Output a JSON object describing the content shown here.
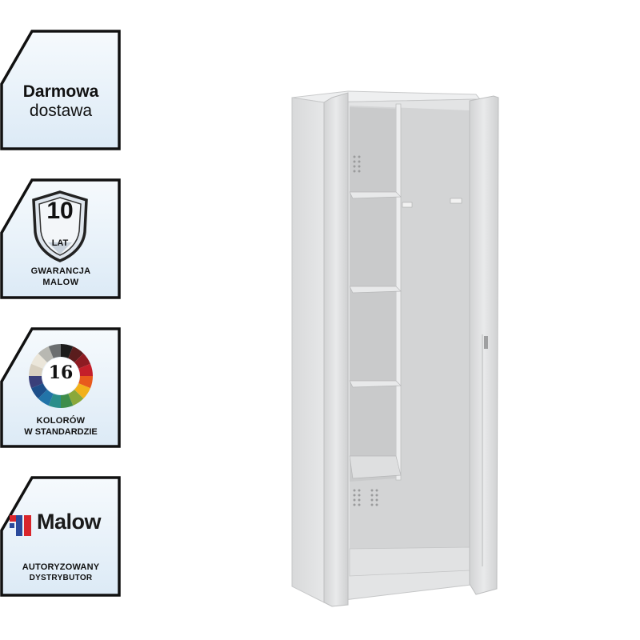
{
  "badges": {
    "delivery": {
      "line1": "Darmowa",
      "line2": "dostawa"
    },
    "warranty": {
      "number": "10",
      "unit": "LAT",
      "line1": "GWARANCJA",
      "line2": "MALOW"
    },
    "colors": {
      "number": "16",
      "line1": "KOLORÓW",
      "line2": "W STANDARDZIE"
    },
    "distributor": {
      "brand": "Malow",
      "line1": "AUTORYZOWANY",
      "line2": "DYSTRYBUTOR"
    }
  },
  "palette": {
    "badge_bg": "#eaf3fb",
    "border": "#111111",
    "brand_red": "#d9262c",
    "brand_blue": "#2b4a9b",
    "cabinet": "#e1e2e3"
  },
  "icons": [
    "shield-icon",
    "color-wheel-icon",
    "malow-logo-icon",
    "cabinet-image"
  ]
}
